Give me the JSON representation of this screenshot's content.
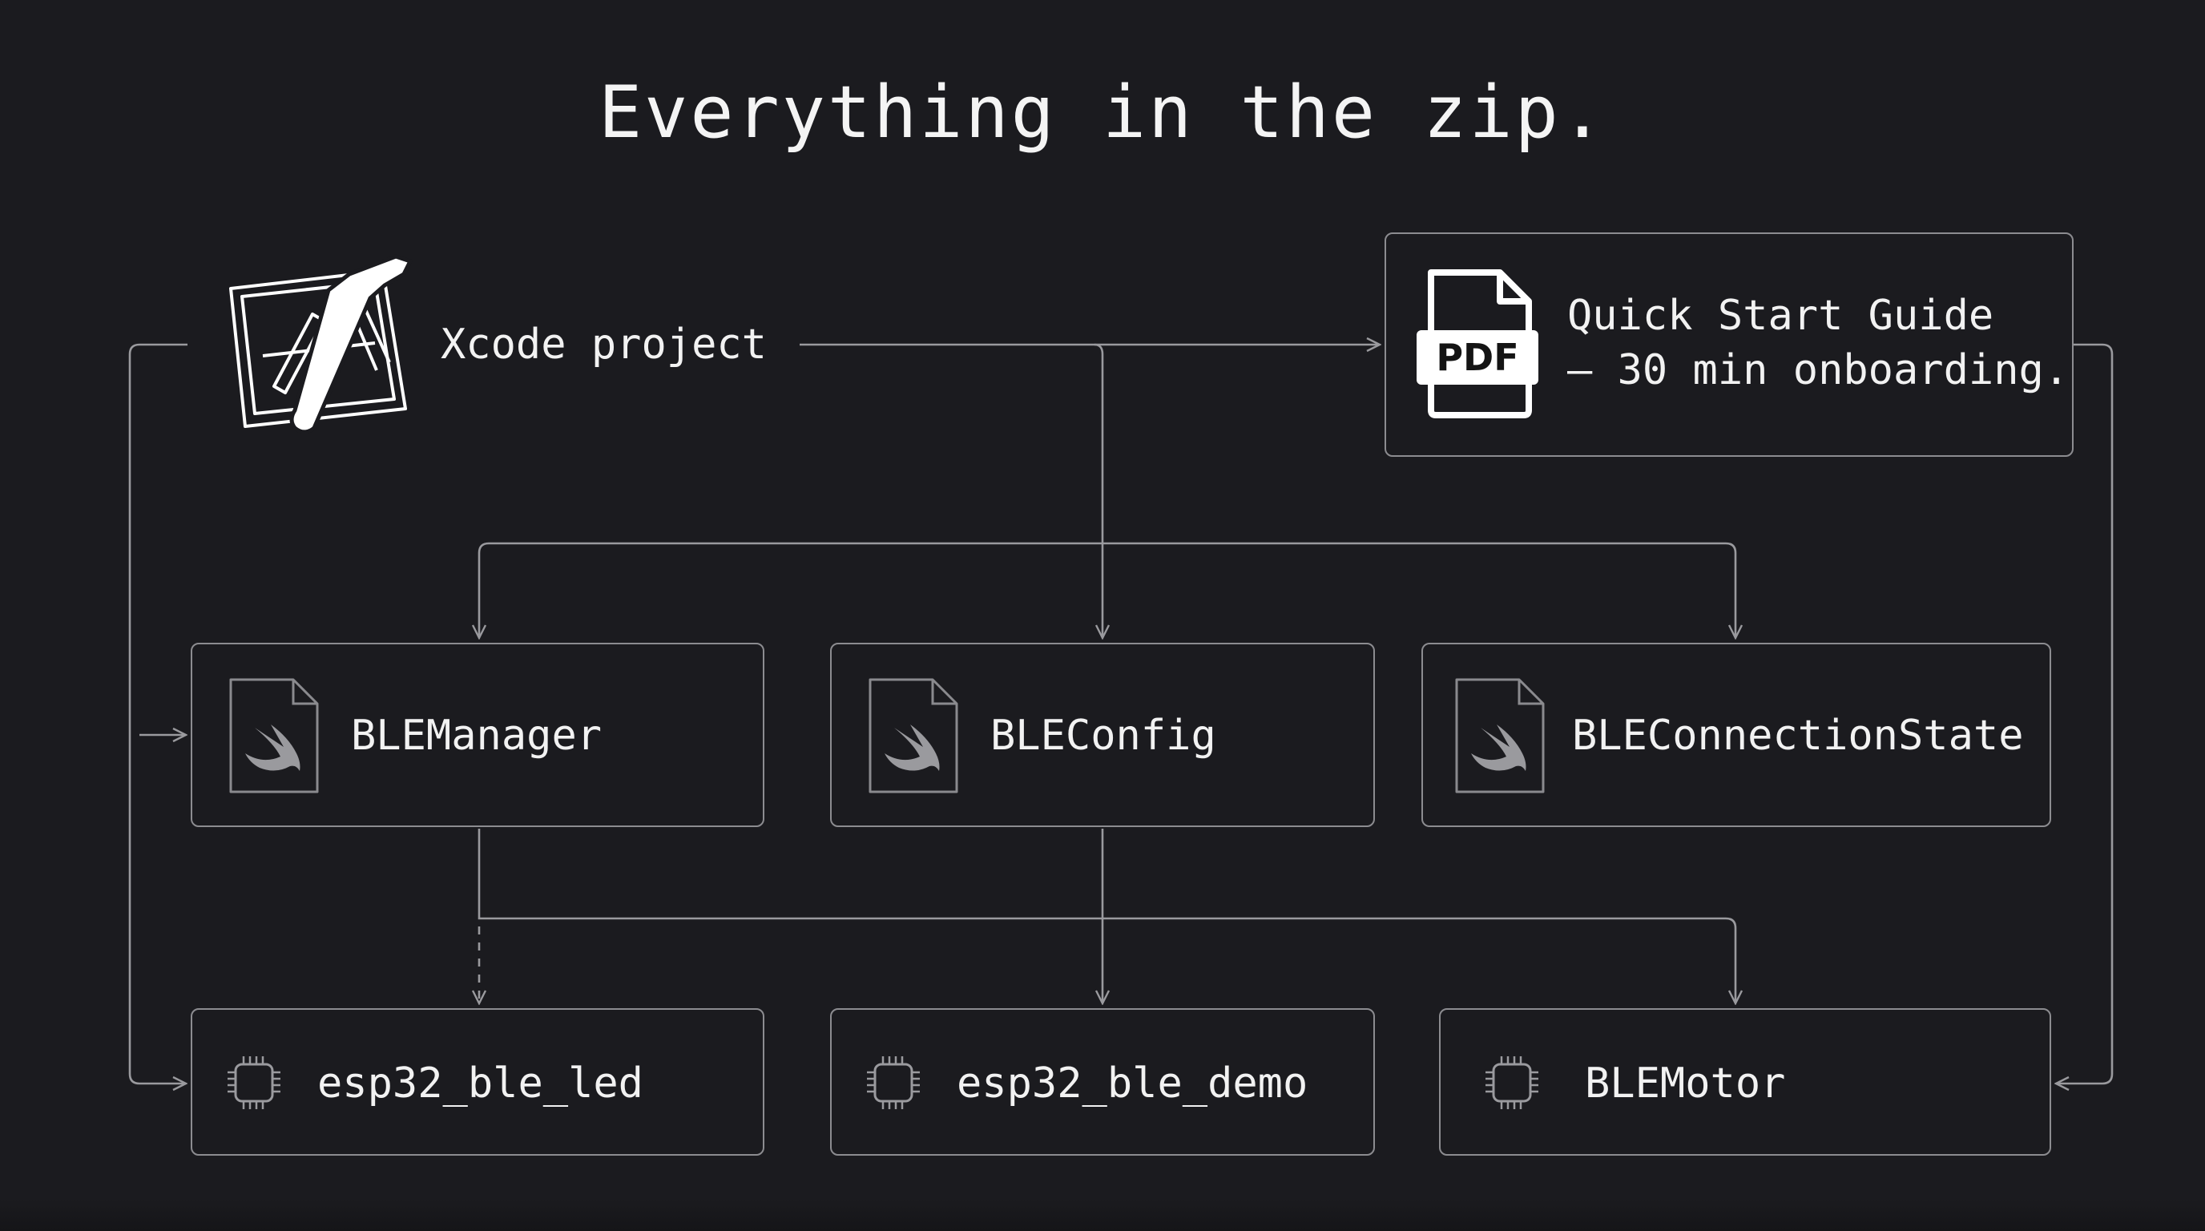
{
  "title": "Everything in the zip.",
  "xcode": {
    "label": "Xcode project",
    "icon": "xcode-hammer-icon"
  },
  "guide": {
    "title": "Quick Start Guide",
    "subtitle": "– 30 min onboarding.",
    "tag": "PDF",
    "icon": "pdf-file-icon"
  },
  "swift_files": [
    {
      "label": "BLEManager",
      "icon": "swift-file-icon"
    },
    {
      "label": "BLEConfig",
      "icon": "swift-file-icon"
    },
    {
      "label": "BLEConnectionState",
      "icon": "swift-file-icon"
    }
  ],
  "firmware": [
    {
      "label": "esp32_ble_led",
      "icon": "chip-icon"
    },
    {
      "label": "esp32_ble_demo",
      "icon": "chip-icon"
    },
    {
      "label": "BLEMotor",
      "icon": "chip-icon"
    }
  ],
  "colors": {
    "background": "#1b1b1f",
    "line": "#9a9a9e",
    "text": "#f2f2f2"
  }
}
